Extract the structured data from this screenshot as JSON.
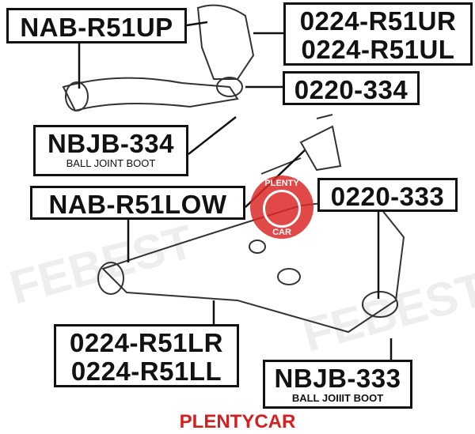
{
  "parts": {
    "upper_arm": "NAB-R51UP",
    "upper_arm_right": "0224-R51UR",
    "upper_arm_left": "0224-R51UL",
    "upper_ball_joint": "0220-334",
    "upper_boot": "NBJB-334",
    "upper_boot_desc": "BALL JOINT BOOT",
    "lower_arm": "NAB-R51LOW",
    "lower_ball_joint": "0220-333",
    "lower_arm_right": "0224-R51LR",
    "lower_arm_left": "0224-R51LL",
    "lower_boot": "NBJB-333",
    "lower_boot_desc": "BALL JOIIIT BOOT"
  },
  "watermark": {
    "text": "PLENTYCAR",
    "stamp_top": "PLENTY",
    "stamp_bottom": "CAR",
    "color": "#d42020"
  },
  "background_brand": "FEBEST"
}
